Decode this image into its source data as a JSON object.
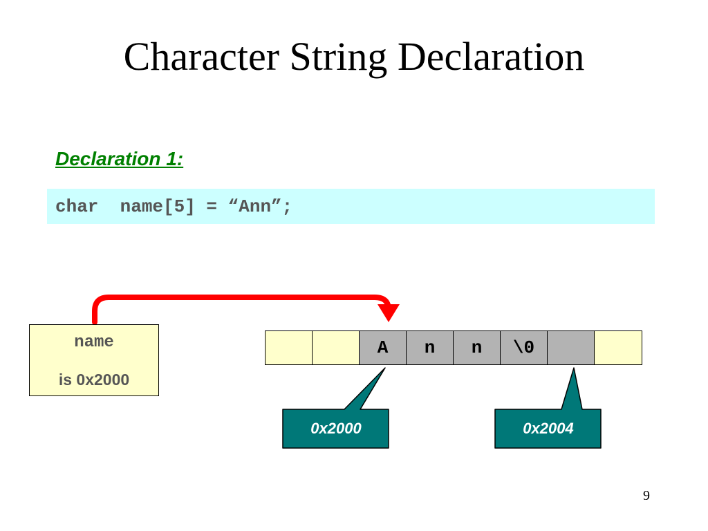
{
  "slide": {
    "title": "Character String Declaration",
    "page_number": "9"
  },
  "declaration": {
    "heading": "Declaration 1:",
    "code": "char  name[5] = “Ann”;"
  },
  "name_box": {
    "variable": "name",
    "address_text": "is 0x2000"
  },
  "memory": {
    "cells": [
      {
        "value": "",
        "state": "empty"
      },
      {
        "value": "",
        "state": "empty"
      },
      {
        "value": "A",
        "state": "used"
      },
      {
        "value": "n",
        "state": "used"
      },
      {
        "value": "n",
        "state": "used"
      },
      {
        "value": "\\0",
        "state": "used"
      },
      {
        "value": "",
        "state": "used"
      },
      {
        "value": "",
        "state": "empty"
      }
    ]
  },
  "callouts": {
    "start_address": "0x2000",
    "end_address": "0x2004"
  },
  "colors": {
    "title": "#000000",
    "heading": "#008000",
    "code_background": "#ccffff",
    "pointer_arrow": "#ff0000",
    "empty_cell": "#ffffcc",
    "used_cell": "#b3b3b3",
    "callout_fill": "#007878"
  }
}
